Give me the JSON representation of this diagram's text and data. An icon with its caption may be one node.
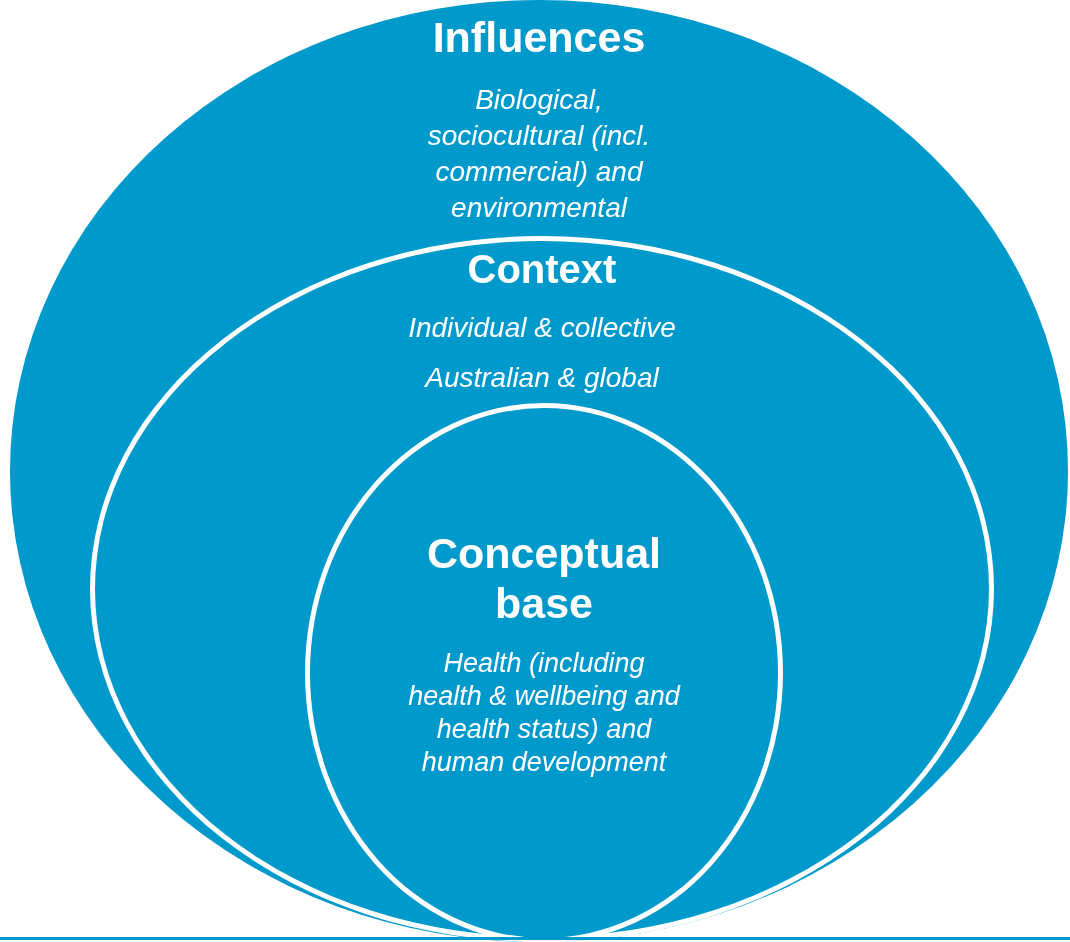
{
  "diagram": {
    "nodes": [
      {
        "text": [
          "Influences",
          "Biological, sociocultural (incl. commercial) and environmental"
        ]
      },
      {
        "text": [
          "Context",
          "Individual & collective",
          "Australian & global"
        ],
        "in": 0
      },
      {
        "text": [
          "Conceptual base",
          "Health (including health & wellbeing and health status) and human development"
        ],
        "in": 1
      }
    ],
    "edges": []
  }
}
